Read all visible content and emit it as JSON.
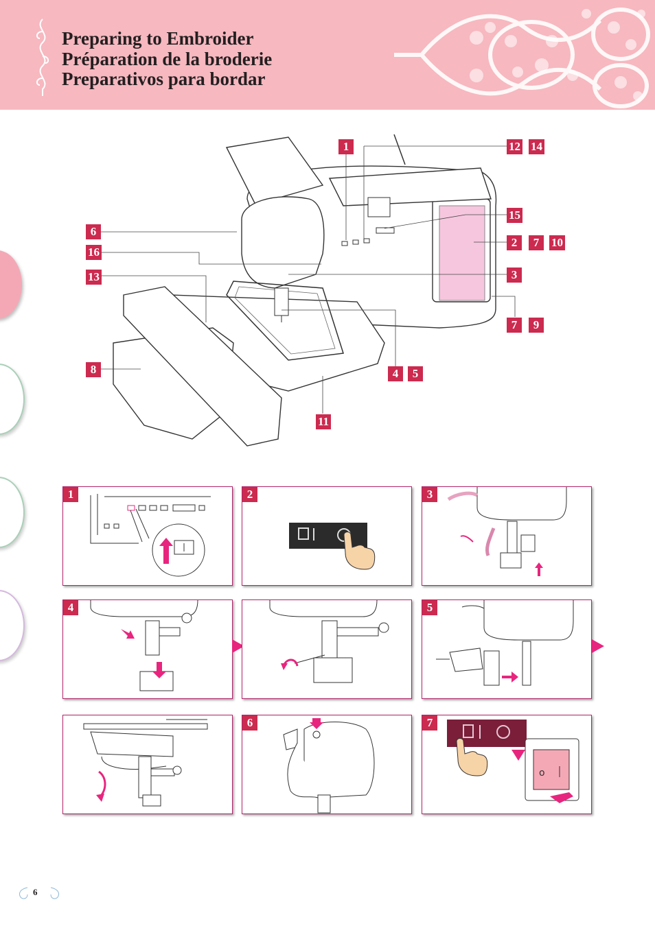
{
  "header": {
    "titles": [
      "Preparing to Embroider",
      "Préparation de la broderie",
      "Preparativos para bordar"
    ]
  },
  "callouts": {
    "c1": "1",
    "c12": "12",
    "c14": "14",
    "c6": "6",
    "c15": "15",
    "c16": "16",
    "c2": "2",
    "c7a": "7",
    "c10": "10",
    "c13": "13",
    "c3": "3",
    "c7b": "7",
    "c9": "9",
    "c8": "8",
    "c4": "4",
    "c5": "5",
    "c11": "11"
  },
  "steps": {
    "s1": "1",
    "s2": "2",
    "s3": "3",
    "s4": "4",
    "s5": "5",
    "s6": "6",
    "s7": "7"
  },
  "footer": {
    "page_number": "6"
  },
  "colors": {
    "header": "#f7b8c0",
    "callout": "#cc2a4f",
    "arrow": "#e8257e",
    "screen": "#f6c6de"
  }
}
